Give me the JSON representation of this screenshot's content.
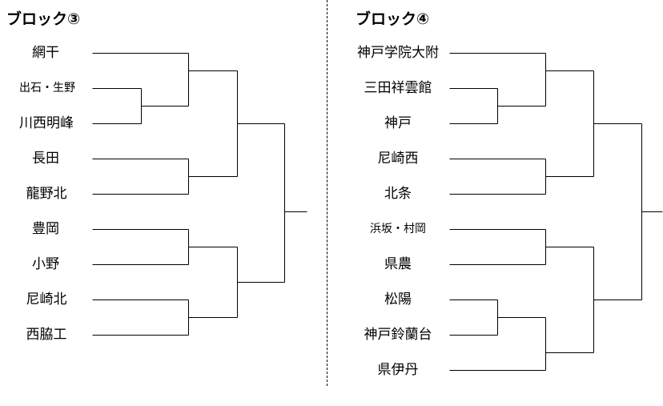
{
  "blocks": [
    {
      "title": "ブロック③",
      "teams": [
        "網干",
        "出石・生野",
        "川西明峰",
        "長田",
        "龍野北",
        "豊岡",
        "小野",
        "尼崎北",
        "西脇工"
      ]
    },
    {
      "title": "ブロック④",
      "teams": [
        "神戸学院大附",
        "三田祥雲館",
        "神戸",
        "尼崎西",
        "北条",
        "浜坂・村岡",
        "県農",
        "松陽",
        "神戸鈴蘭台",
        "県伊丹"
      ]
    }
  ]
}
